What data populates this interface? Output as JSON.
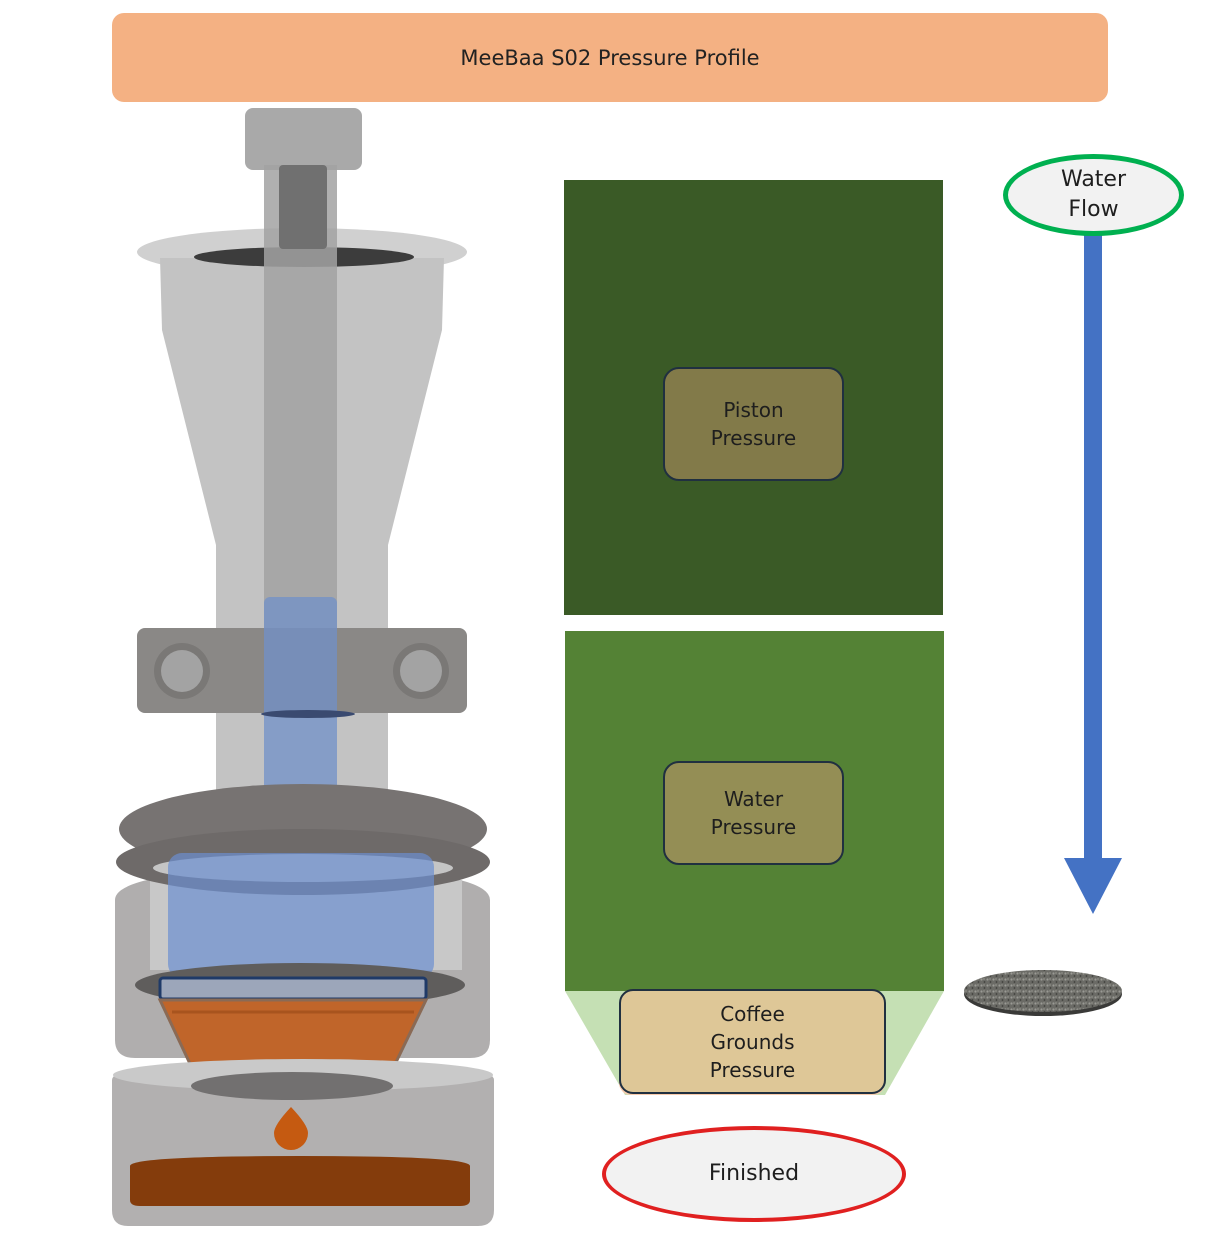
{
  "title": "MeeBaa S02 Pressure Profile",
  "labels": {
    "piston_pressure": "Piston\nPressure",
    "water_pressure": "Water\nPressure",
    "coffee_grounds_pressure": "Coffee\nGrounds\nPressure",
    "water_flow": "Water\nFlow",
    "finished": "Finished"
  },
  "colors": {
    "title_bar": "#f4b183",
    "piston_panel": "#3a5a26",
    "water_panel": "#548235",
    "grounds_funnel": "#c5e0b4",
    "flow_arrow": "#4472c4",
    "water_flow_ring": "#00b050",
    "finished_ring": "#e02020",
    "coffee": "#c0652a"
  }
}
